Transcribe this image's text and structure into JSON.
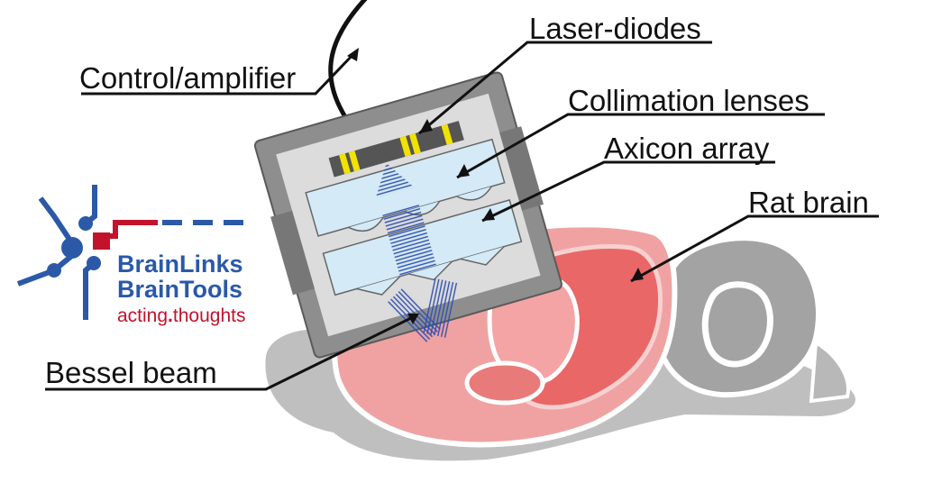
{
  "labels": {
    "laser_diodes": "Laser-diodes",
    "control_amplifier": "Control/amplifier",
    "collimation_lenses": "Collimation lenses",
    "axicon_array": "Axicon array",
    "rat_brain": "Rat brain",
    "bessel_beam": "Bessel beam"
  },
  "logo": {
    "line1": "BrainLinks",
    "line2": "BrainTools",
    "tagline_part1": "acting",
    "tagline_part2": "thoughts",
    "colors": {
      "blue": "#2b59a8",
      "red": "#c3132c"
    }
  },
  "colors": {
    "device_shell": "#8c8c8c",
    "device_inner": "#dcdcdc",
    "lens_fill": "#d4eaf6",
    "diode_yellow": "#f2e200",
    "beam_blue": "#2f4fb0",
    "brain_red": "#e86060",
    "brain_light": "#f4a4a4",
    "cerebellum_gray": "#a8a8a8"
  }
}
